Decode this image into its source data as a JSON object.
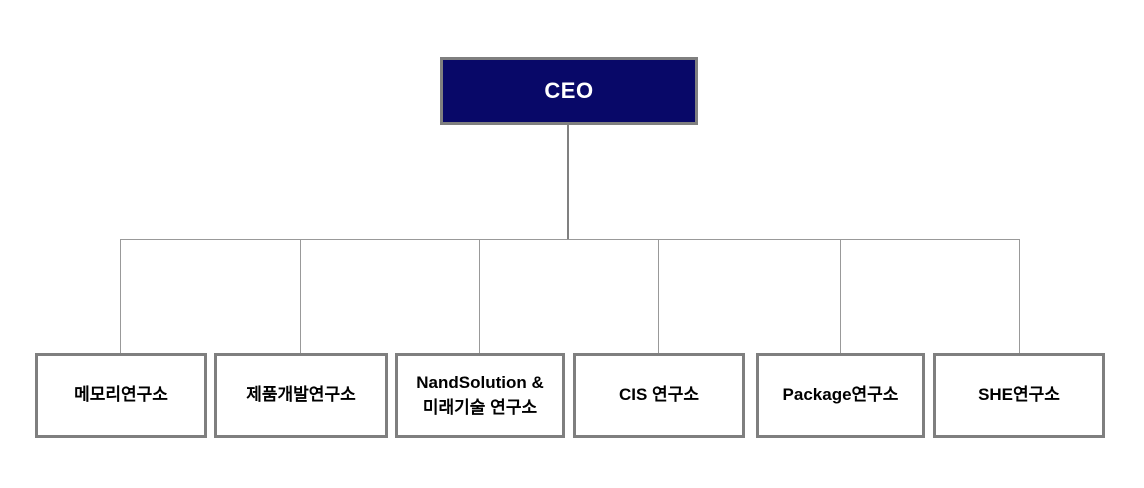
{
  "org": {
    "root": {
      "label": "CEO"
    },
    "children": [
      {
        "label": "메모리연구소"
      },
      {
        "label": "제품개발연구소"
      },
      {
        "label": "NandSolution &\n미래기술 연구소"
      },
      {
        "label": "CIS 연구소"
      },
      {
        "label": "Package연구소"
      },
      {
        "label": "SHE연구소"
      }
    ]
  },
  "colors": {
    "background": "#ffffff",
    "root_fill": "#080868",
    "root_text": "#ffffff",
    "box_border": "#7f7f7f",
    "connector": "#999999",
    "connector_dark": "#808080",
    "child_text": "#000000"
  }
}
